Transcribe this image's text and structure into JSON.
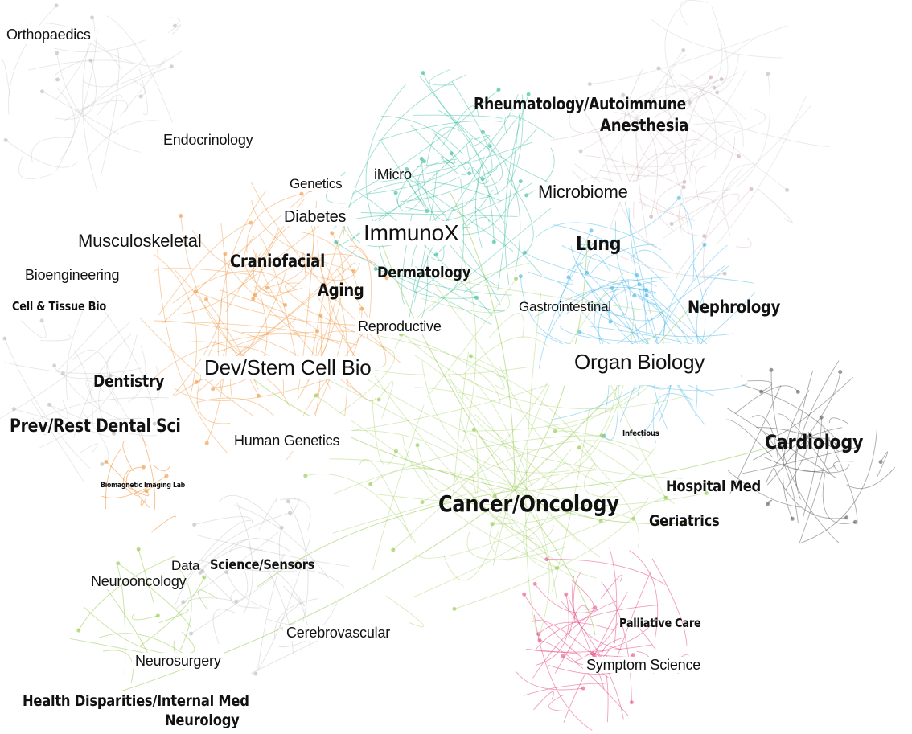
{
  "network": {
    "colors": {
      "gray": "#b9b9b9",
      "dark": "#555555",
      "orange": "#f0923a",
      "teal": "#2bb89a",
      "blue": "#3fb4e6",
      "green": "#8cc63f",
      "pink": "#e84f86",
      "mauve": "#c8a6aa"
    },
    "labels": {
      "orthopaedics": "Orthopaedics",
      "endocrinology": "Endocrinology",
      "rheumatology": "Rheumatology/Autoimmune",
      "anesthesia": "Anesthesia",
      "genetics": "Genetics",
      "imicro": "iMicro",
      "microbiome": "Microbiome",
      "diabetes": "Diabetes",
      "immunox": "ImmunoX",
      "musculoskeletal": "Musculoskeletal",
      "lung": "Lung",
      "craniofacial": "Craniofacial",
      "dermatology": "Dermatology",
      "bioengineering": "Bioengineering",
      "aging": "Aging",
      "cell_tissue": "Cell & Tissue Bio",
      "gastrointestinal": "Gastrointestinal",
      "nephrology": "Nephrology",
      "reproductive": "Reproductive",
      "dev_stem": "Dev/Stem Cell Bio",
      "organ_biology": "Organ Biology",
      "dentistry": "Dentistry",
      "prev_rest": "Prev/Rest Dental Sci",
      "human_genetics": "Human Genetics",
      "infectious": "Infectious",
      "cardiology": "Cardiology",
      "biomagnetic": "Biomagnetic Imaging Lab",
      "hospital_med": "Hospital Med",
      "cancer": "Cancer/Oncology",
      "geriatrics": "Geriatrics",
      "data": "Data",
      "science_sensors": "Science/Sensors",
      "neurooncology": "Neurooncology",
      "palliative": "Palliative Care",
      "cerebrovascular": "Cerebrovascular",
      "neurosurgery": "Neurosurgery",
      "symptom": "Symptom Science",
      "health_disparities": "Health Disparities/Internal Med",
      "neurology": "Neurology"
    }
  }
}
